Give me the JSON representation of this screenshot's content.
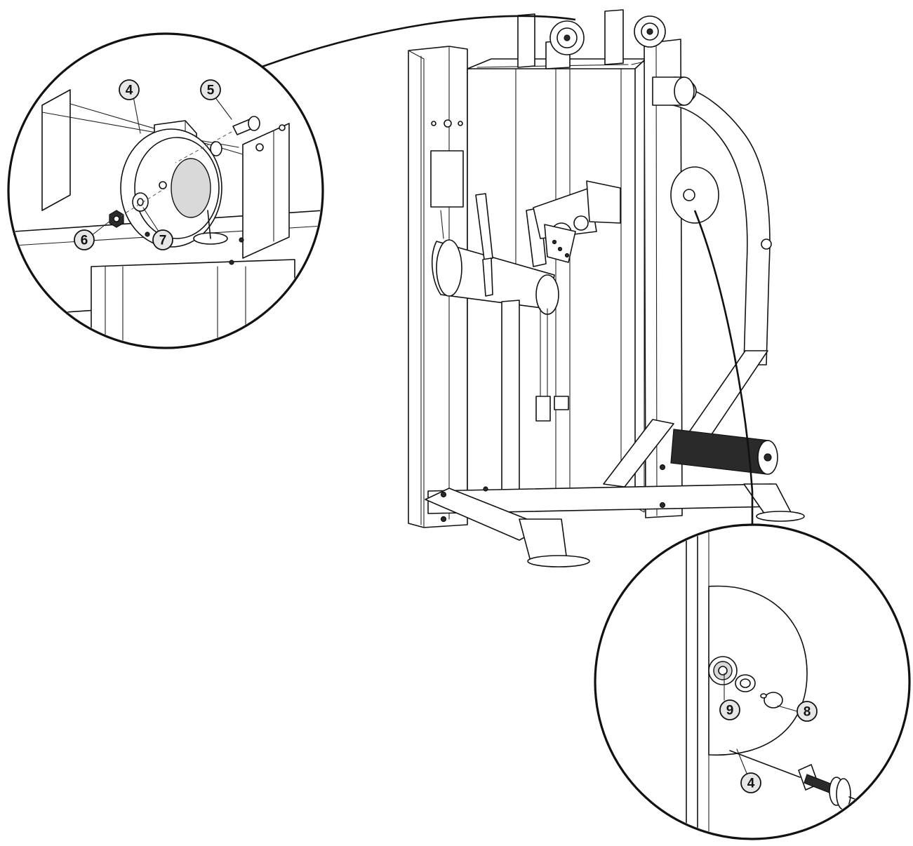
{
  "callouts": {
    "top_detail": [
      {
        "label": "4"
      },
      {
        "label": "5"
      },
      {
        "label": "6"
      },
      {
        "label": "7"
      }
    ],
    "bottom_detail": [
      {
        "label": "9"
      },
      {
        "label": "8"
      },
      {
        "label": "4"
      }
    ]
  },
  "colors": {
    "line": "#111111",
    "badge_fill": "#e6e6e6",
    "background": "#ffffff"
  }
}
